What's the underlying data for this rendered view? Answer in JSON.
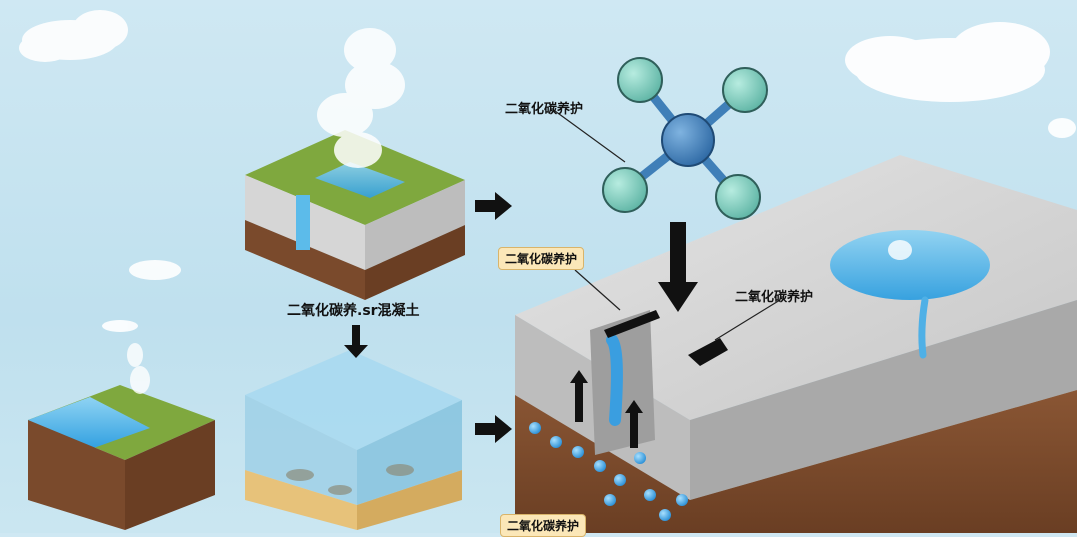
{
  "labels": {
    "top_right": "二氧化碳养护",
    "left_caption": "二氧化碳养.sr混凝土",
    "middle_boxed": "二氧化碳养护",
    "slab_right": "二氧化碳养护",
    "bottom_boxed": "二氧化碳养护"
  },
  "colors": {
    "sky": "#c6e4f0",
    "grass": "#7fa83e",
    "soil": "#7a4a2c",
    "concrete": "#cfcfcf",
    "water": "#4fb0e6",
    "molecule_center": "#3f7fb8",
    "molecule_outer": "#7fcfc0",
    "arrow": "#111111"
  },
  "icons": [
    "cloud-icon",
    "steam-icon",
    "co2-molecule-icon",
    "water-droplet-icon",
    "arrow-icon"
  ]
}
